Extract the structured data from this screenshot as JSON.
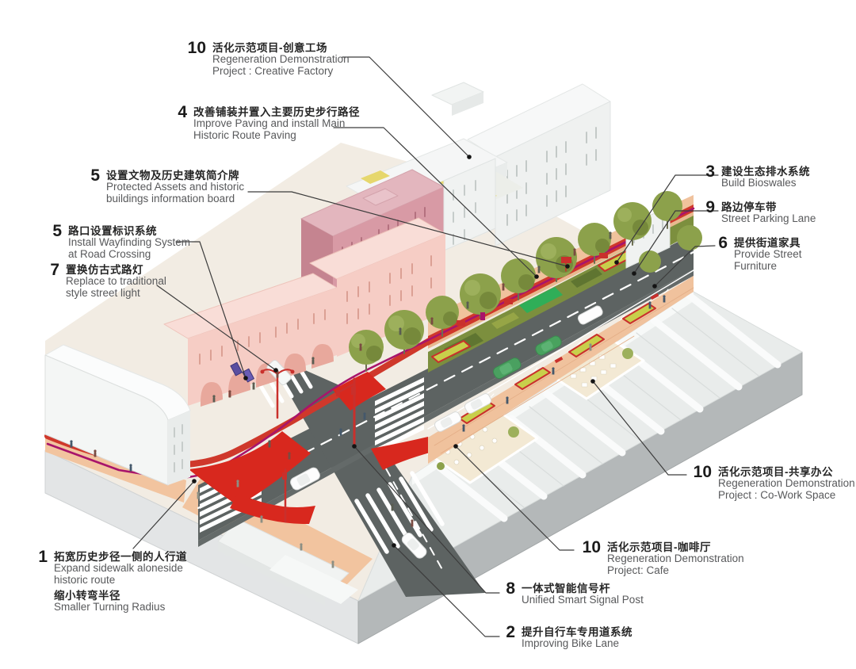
{
  "palette": {
    "accent_red": "#d8281e",
    "historic_path_red": "#cf382b",
    "bike_magenta": "#a8146b",
    "road_gray": "#5d6362",
    "sidewalk_salmon": "#f0c29d",
    "tree_olive": "#8ca14b",
    "median_olive": "#7c8f3e",
    "planter_green": "#c8cf4b",
    "planter_border": "#c9302c",
    "building_pink": "#f6cdc5",
    "building_mauve": "#d89aa5",
    "building_white": "#f2f4f3",
    "platform_gray": "#b7babb",
    "skylight_yellow": "#e6d76d",
    "leader_line": "#3c3c3c",
    "text_cn": "#262626",
    "text_en": "#58595b"
  },
  "labels": [
    {
      "id": "creative-factory",
      "num": "10",
      "cn": "活化示范项目-创意工场",
      "en1": "Regeneration Demonstration",
      "en2": "Project : Creative Factory"
    },
    {
      "id": "historic-paving",
      "num": "4",
      "cn": "改善铺装并置入主要历史步行路径",
      "en1": "Improve Paving and install Main",
      "en2": "Historic Route Paving"
    },
    {
      "id": "info-board",
      "num": "5",
      "cn": "设置文物及历史建筑简介牌",
      "en1": "Protected Assets and historic",
      "en2": "buildings information board"
    },
    {
      "id": "wayfinding",
      "num": "5",
      "cn": "路口设置标识系统",
      "en1": "Install Wayfinding System",
      "en2": "at Road Crossing"
    },
    {
      "id": "street-light",
      "num": "7",
      "cn": "置换仿古式路灯",
      "en1": "Replace to traditional",
      "en2": "style street light"
    },
    {
      "id": "bioswales",
      "num": "3",
      "cn": "建设生态排水系统",
      "en1": "Build Bioswales"
    },
    {
      "id": "parking-lane",
      "num": "9",
      "cn": "路边停车带",
      "en1": "Street Parking Lane"
    },
    {
      "id": "street-furniture",
      "num": "6",
      "cn": "提供街道家具",
      "en1": "Provide Street",
      "en2": "Furniture"
    },
    {
      "id": "co-work",
      "num": "10",
      "cn": "活化示范项目-共享办公",
      "en1": "Regeneration Demonstration",
      "en2": "Project : Co-Work Space"
    },
    {
      "id": "cafe",
      "num": "10",
      "cn": "活化示范项目-咖啡厅",
      "en1": "Regeneration Demonstration",
      "en2": "Project: Cafe"
    },
    {
      "id": "signal-post",
      "num": "8",
      "cn": "一体式智能信号杆",
      "en1": "Unified Smart Signal Post"
    },
    {
      "id": "bike-lane",
      "num": "2",
      "cn": "提升自行车专用道系统",
      "en1": "Improving Bike Lane"
    },
    {
      "id": "expand-sidewalk",
      "num": "1",
      "cn": "拓宽历史步径一侧的人行道",
      "en1": "Expand sidewalk aloneside",
      "en2": "historic route",
      "cn2": "缩小转弯半径",
      "en3": "Smaller Turning Radius"
    }
  ]
}
